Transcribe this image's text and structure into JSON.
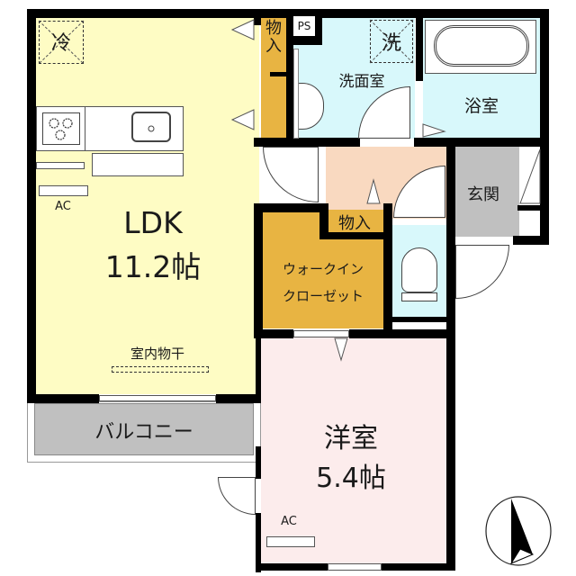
{
  "floorplan": {
    "colors": {
      "ldk": "#fefcc4",
      "washroom": "#d8f8fb",
      "bath": "#d8f8fb",
      "toilet": "#d8f8fb",
      "hall": "#f9d9c0",
      "storage": "#e8b442",
      "entrance": "#c0c0c0",
      "balcony": "#c0c0c0",
      "western_room": "#fcecec",
      "wall": "#000000"
    },
    "rooms": {
      "ldk": {
        "name": "LDK",
        "size": "11.2帖"
      },
      "western_room": {
        "name": "洋室",
        "size": "5.4帖"
      },
      "washroom": {
        "name": "洗面室"
      },
      "bath": {
        "name": "浴室"
      },
      "entrance": {
        "name": "玄関"
      },
      "balcony": {
        "name": "バルコニー"
      },
      "walk_in_closet": {
        "line1": "ウォークイン",
        "line2": "クローゼット"
      },
      "storage_top": {
        "name": "物入"
      },
      "storage_mid": {
        "name": "物入"
      }
    },
    "fixtures": {
      "fridge": "冷",
      "washer": "洗",
      "pipe_space": "PS",
      "ac_ldk": "AC",
      "ac_western": "AC",
      "indoor_drying": "室内物干"
    },
    "compass": {
      "label": "north-arrow"
    }
  }
}
